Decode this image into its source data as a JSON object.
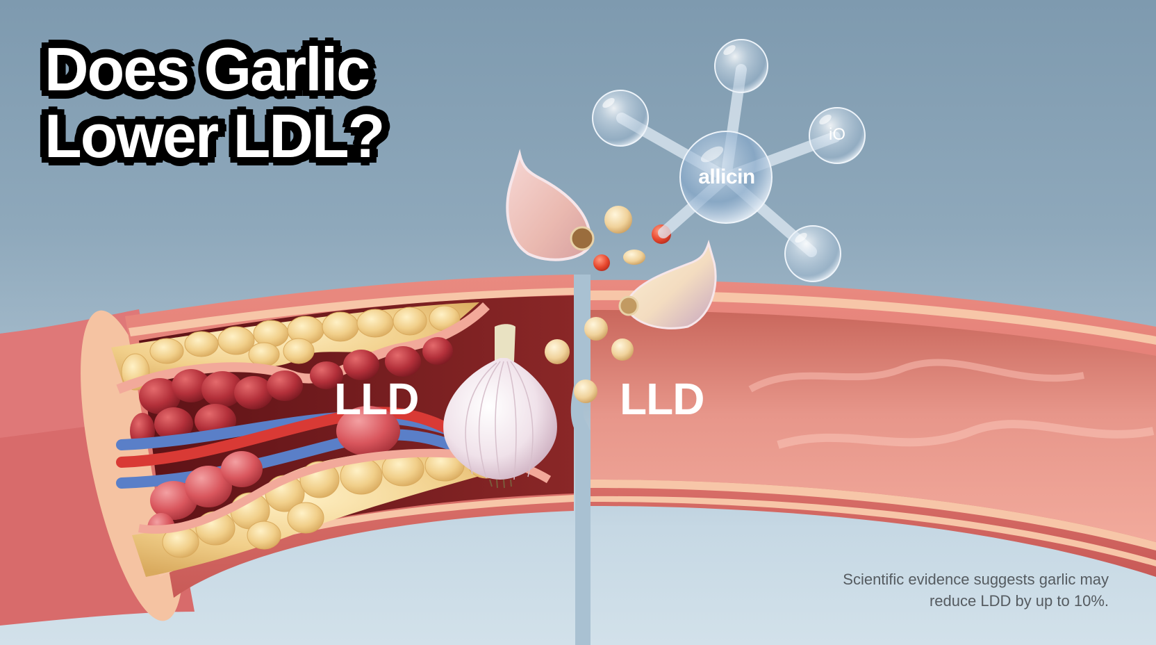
{
  "title": {
    "line1": "Does Garlic",
    "line2": "Lower LDL?"
  },
  "molecule": {
    "center_label": "allicin",
    "side_atom_label": "iO"
  },
  "artery_labels": {
    "left": "LLD",
    "right": "LLD"
  },
  "caption": {
    "line1": "Scientific evidence suggests garlic may",
    "line2": "reduce LDD by up to 10%."
  },
  "colors": {
    "background_top": "#7e9aaf",
    "background_bottom": "#d2e1ea",
    "artery_wall": "#e27a72",
    "artery_lumen": "#e88f80",
    "plaque": "#f1cf8a",
    "blood_cell": "#b3303a",
    "title_fill": "#ffffff",
    "title_outline": "#000000",
    "caption_text": "#555b60"
  },
  "icons": [
    "allicin-molecule-icon",
    "garlic-bulb-icon",
    "garlic-clove-icon",
    "artery-illustration"
  ]
}
